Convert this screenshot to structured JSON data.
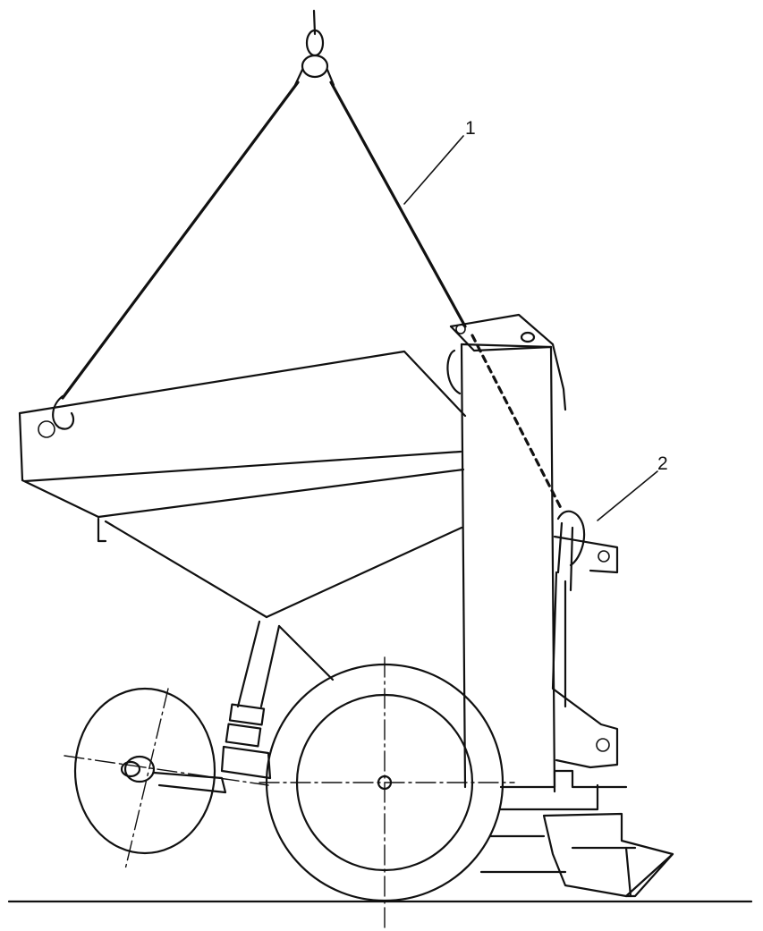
{
  "callouts": [
    {
      "id": "1",
      "text": "1"
    },
    {
      "id": "2",
      "text": "2"
    }
  ]
}
